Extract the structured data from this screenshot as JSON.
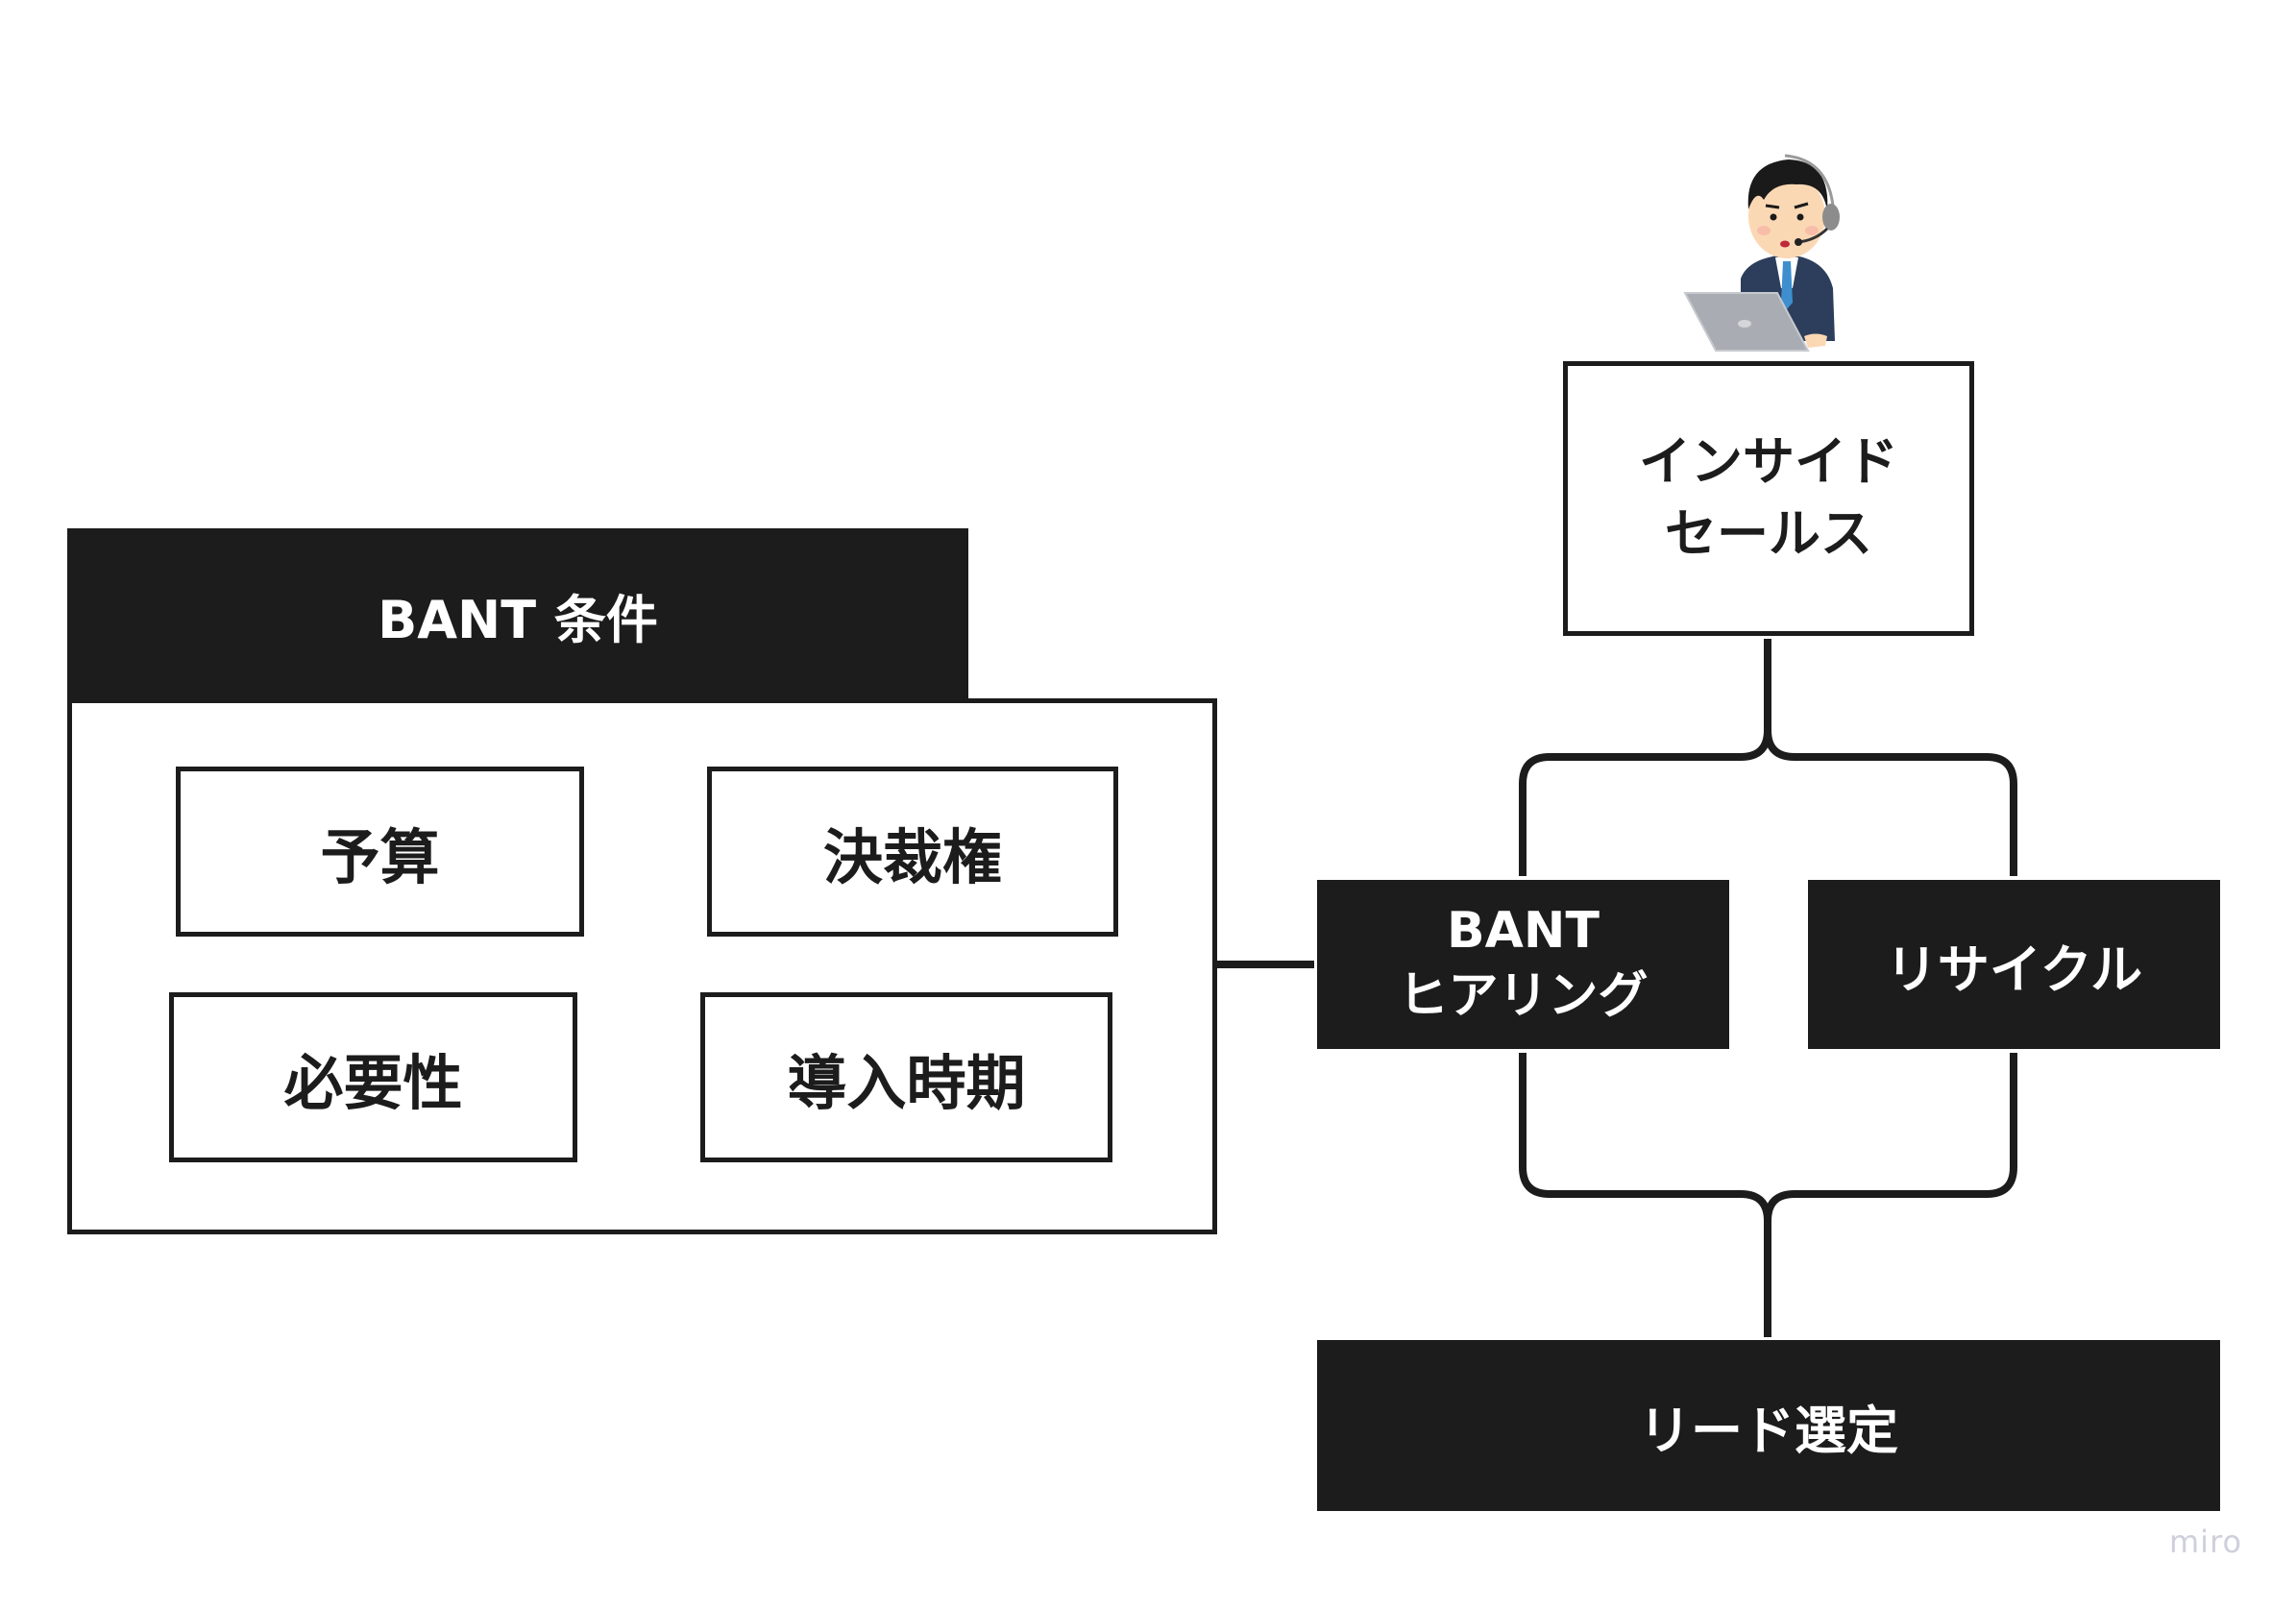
{
  "bant_conditions": {
    "header": "BANT 条件",
    "cells": [
      {
        "label": "予算"
      },
      {
        "label": "決裁権"
      },
      {
        "label": "必要性"
      },
      {
        "label": "導入時期"
      }
    ]
  },
  "flow": {
    "illustration": "headset-operator-with-laptop",
    "inside_sales": "インサイド\nセールス",
    "bant_hearing": "BANT\nヒアリング",
    "recycle": "リサイクル",
    "lead_selection": "リード選定"
  },
  "watermark": "miro",
  "colors": {
    "dark_fill": "#1c1c1c",
    "line": "#1c1c1c",
    "background": "#ffffff",
    "watermark": "#cfd0dc"
  }
}
